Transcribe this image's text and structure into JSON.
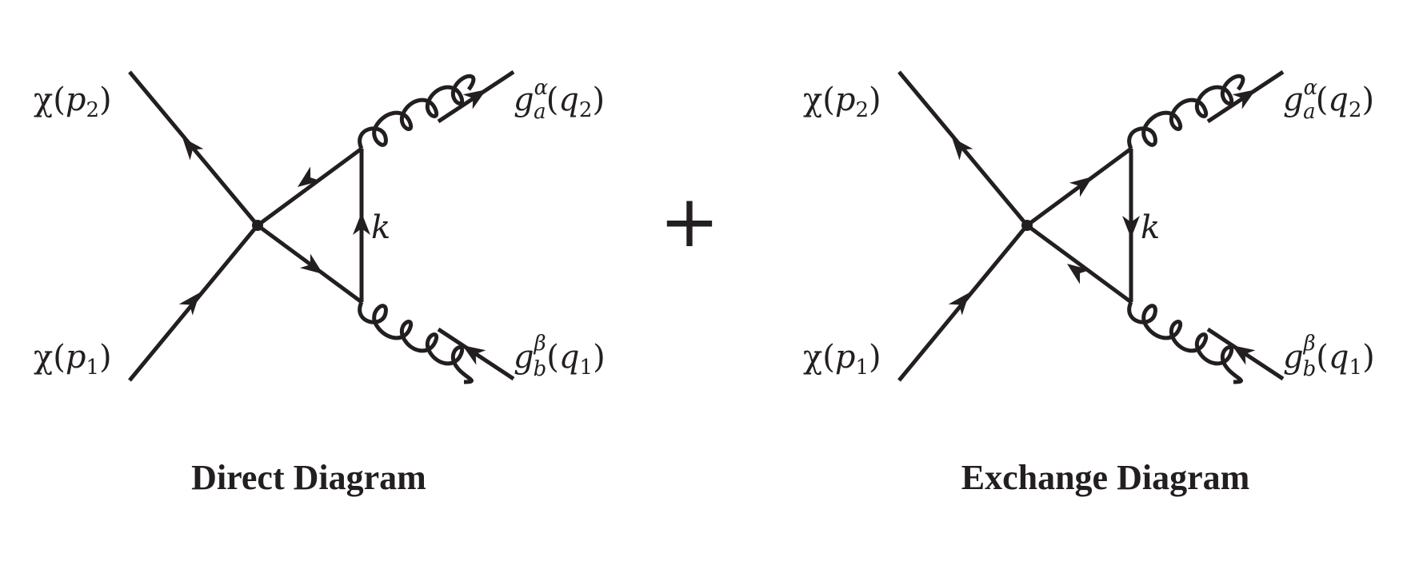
{
  "diagrams": [
    {
      "caption": "Direct Diagram",
      "labels": {
        "chi_p2": {
          "base": "χ(",
          "var": "p",
          "sub": "2",
          "close": ")"
        },
        "chi_p1": {
          "base": "χ(",
          "var": "p",
          "sub": "1",
          "close": ")"
        },
        "g_top": {
          "g": "g",
          "sup": "α",
          "sub": "a",
          "open": "(",
          "var": "q",
          "vsub": "2",
          "close": ")"
        },
        "g_bot": {
          "g": "g",
          "sup": "β",
          "sub": "b",
          "open": "(",
          "var": "q",
          "vsub": "1",
          "close": ")"
        },
        "k": "k"
      }
    },
    {
      "caption": "Exchange Diagram",
      "labels": {
        "chi_p2": {
          "base": "χ(",
          "var": "p",
          "sub": "2",
          "close": ")"
        },
        "chi_p1": {
          "base": "χ(",
          "var": "p",
          "sub": "1",
          "close": ")"
        },
        "g_top": {
          "g": "g",
          "sup": "α",
          "sub": "a",
          "open": "(",
          "var": "q",
          "vsub": "2",
          "close": ")"
        },
        "g_bot": {
          "g": "g",
          "sup": "β",
          "sub": "b",
          "open": "(",
          "var": "q",
          "vsub": "1",
          "close": ")"
        },
        "k": "k"
      }
    }
  ],
  "plus_sign": "+"
}
